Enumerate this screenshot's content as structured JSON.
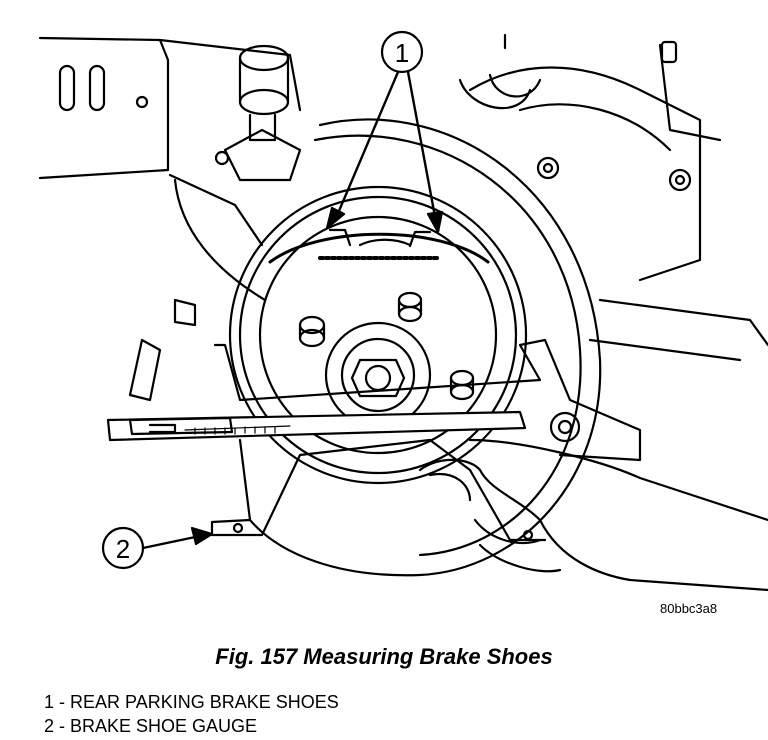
{
  "illustration": {
    "callouts": [
      {
        "number": "1"
      },
      {
        "number": "2"
      }
    ],
    "image_id": "80bbc3a8"
  },
  "figure": {
    "title": "Fig. 157 Measuring Brake Shoes"
  },
  "legend": {
    "items": [
      {
        "text": "1 - REAR PARKING BRAKE SHOES"
      },
      {
        "text": "2 - BRAKE SHOE GAUGE"
      }
    ]
  }
}
